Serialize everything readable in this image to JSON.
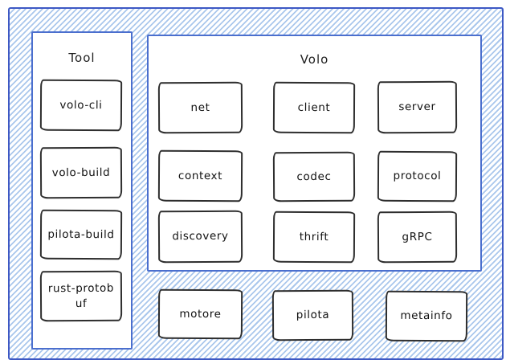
{
  "colors": {
    "outer_border": "#3d58c4",
    "container_border": "#4b6fce",
    "hatch_line": "#aac7ec",
    "box_border": "#2e2e2e",
    "text": "#1e1e1e",
    "background": "#ffffff"
  },
  "tool": {
    "title": "Tool",
    "items": [
      {
        "label": "volo-cli"
      },
      {
        "label": "volo-build"
      },
      {
        "label": "pilota-build"
      },
      {
        "label": "rust-protobuf"
      }
    ]
  },
  "volo": {
    "title": "Volo",
    "items": [
      {
        "label": "net"
      },
      {
        "label": "client"
      },
      {
        "label": "server"
      },
      {
        "label": "context"
      },
      {
        "label": "codec"
      },
      {
        "label": "protocol"
      },
      {
        "label": "discovery"
      },
      {
        "label": "thrift"
      },
      {
        "label": "gRPC"
      }
    ]
  },
  "bottom": {
    "items": [
      {
        "label": "motore"
      },
      {
        "label": "pilota"
      },
      {
        "label": "metainfo"
      }
    ]
  }
}
